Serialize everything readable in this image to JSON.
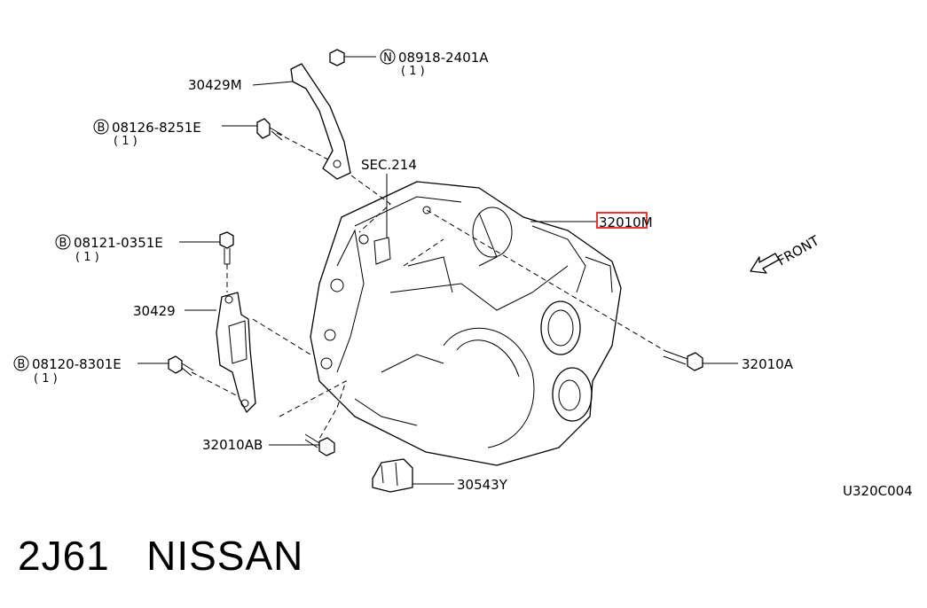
{
  "callouts": {
    "nut_upper": {
      "code": "08918-2401A",
      "badge": "N",
      "qty": "( 1 )"
    },
    "bracket_upper": {
      "code": "30429M"
    },
    "bolt_upper": {
      "code": "08126-8251E",
      "badge": "B",
      "qty": "( 1 )"
    },
    "section_ref": {
      "code": "SEC.214"
    },
    "transmission": {
      "code": "32010M",
      "highlight_color": "#e53935"
    },
    "bolt_mid": {
      "code": "08121-0351E",
      "badge": "B",
      "qty": "( 1 )"
    },
    "bracket_lower": {
      "code": "30429"
    },
    "bolt_lower": {
      "code": "08120-8301E",
      "badge": "B",
      "qty": "( 1 )"
    },
    "bolt_right": {
      "code": "32010A"
    },
    "bolt_bottom": {
      "code": "32010AB"
    },
    "cover": {
      "code": "30543Y"
    }
  },
  "direction": {
    "label": "FRONT"
  },
  "diagram_id": "U320C004",
  "footer": {
    "model": "2J61",
    "brand": "NISSAN"
  }
}
